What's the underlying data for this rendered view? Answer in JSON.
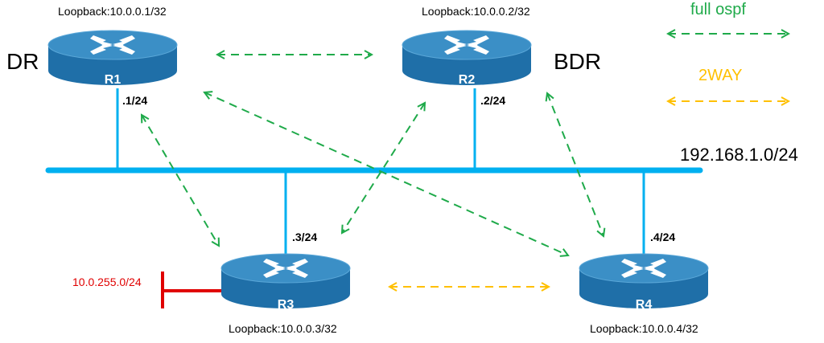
{
  "colors": {
    "full": "#1faa4a",
    "twoway": "#ffc000",
    "lan": "#00b0f0",
    "router_top": "#3b8fc6",
    "router_side": "#1f6fa8",
    "stub": "#e00000"
  },
  "lan_network": "192.168.1.0/24",
  "routers": {
    "r1": {
      "name": "R1",
      "loopback": "Loopback:10.0.0.1/32",
      "iface": ".1/24",
      "role": "DR"
    },
    "r2": {
      "name": "R2",
      "loopback": "Loopback:10.0.0.2/32",
      "iface": ".2/24",
      "role": "BDR"
    },
    "r3": {
      "name": "R3",
      "loopback": "Loopback:10.0.0.3/32",
      "iface": ".3/24",
      "stub_network": "10.0.255.0/24"
    },
    "r4": {
      "name": "R4",
      "loopback": "Loopback:10.0.0.4/32",
      "iface": ".4/24"
    }
  },
  "legend": {
    "full_label": "full ospf",
    "twoway_label": "2WAY"
  },
  "adjacencies": [
    {
      "from": "R1",
      "to": "R2",
      "state": "full"
    },
    {
      "from": "R1",
      "to": "R3",
      "state": "full"
    },
    {
      "from": "R1",
      "to": "R4",
      "state": "full"
    },
    {
      "from": "R2",
      "to": "R3",
      "state": "full"
    },
    {
      "from": "R2",
      "to": "R4",
      "state": "full"
    },
    {
      "from": "R3",
      "to": "R4",
      "state": "2way"
    }
  ]
}
